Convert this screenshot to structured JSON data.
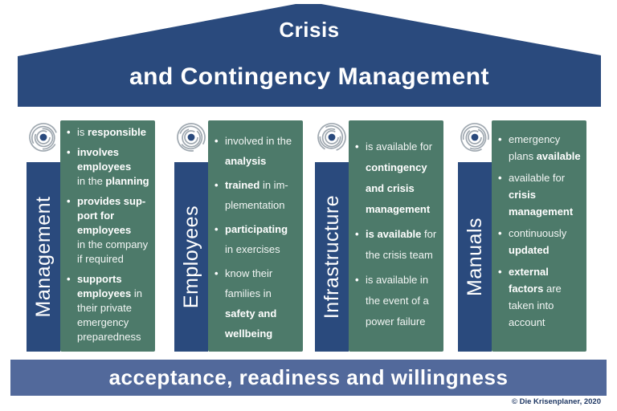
{
  "colors": {
    "navy": "#2a4a7d",
    "green": "#4d7a6a",
    "base_blue": "#52699b",
    "copy_navy": "#1f3864",
    "spiral_gray": "#9fa8b0",
    "text_white": "#ffffff"
  },
  "roof": {
    "title_line1": "Crisis",
    "title_line2": "and Contingency Management"
  },
  "base": {
    "label": "acceptance, readiness and willingness"
  },
  "footer": {
    "copyright": "© Die Krisenplaner, 2020"
  },
  "pillars": [
    {
      "label": "Management",
      "icon": "spiral-rings-icon",
      "bullets": [
        [
          {
            "t": "is ",
            "b": false
          },
          {
            "t": "responsible",
            "b": true
          }
        ],
        [
          {
            "t": "involves\nemployees",
            "b": true
          },
          {
            "t": "\nin the ",
            "b": false
          },
          {
            "t": "planning",
            "b": true
          }
        ],
        [
          {
            "t": "provides sup-\nport for\nemployees",
            "b": true
          },
          {
            "t": "\nin the company\nif required",
            "b": false
          }
        ],
        [
          {
            "t": "supports\nemployees",
            "b": true
          },
          {
            "t": " in\ntheir private\nemergency\npreparedness",
            "b": false
          }
        ]
      ]
    },
    {
      "label": "Employees",
      "icon": "spiral-rings-icon",
      "bullets": [
        [
          {
            "t": "involved in the\n",
            "b": false
          },
          {
            "t": "analysis",
            "b": true
          }
        ],
        [
          {
            "t": "trained",
            "b": true
          },
          {
            "t": " in im-\nplementation",
            "b": false
          }
        ],
        [
          {
            "t": "participating",
            "b": true
          },
          {
            "t": "\nin exercises",
            "b": false
          }
        ],
        [
          {
            "t": "know their\nfamilies in\n",
            "b": false
          },
          {
            "t": "safety and\nwellbeing",
            "b": true
          }
        ]
      ]
    },
    {
      "label": "Infrastructure",
      "icon": "spiral-rings-icon",
      "bullets": [
        [
          {
            "t": "is available for\n",
            "b": false
          },
          {
            "t": "contingency\nand crisis\nmanagement",
            "b": true
          }
        ],
        [
          {
            "t": "is available",
            "b": true
          },
          {
            "t": " for\nthe crisis team",
            "b": false
          }
        ],
        [
          {
            "t": "is available in\nthe event of a\npower failure",
            "b": false
          }
        ]
      ]
    },
    {
      "label": "Manuals",
      "icon": "spiral-rings-icon",
      "bullets": [
        [
          {
            "t": "emergency\nplans ",
            "b": false
          },
          {
            "t": "available",
            "b": true
          }
        ],
        [
          {
            "t": "available for\n",
            "b": false
          },
          {
            "t": "crisis\nmanagement",
            "b": true
          }
        ],
        [
          {
            "t": "continuously\n",
            "b": false
          },
          {
            "t": "updated",
            "b": true
          }
        ],
        [
          {
            "t": "external\nfactors",
            "b": true
          },
          {
            "t": " are\ntaken into\naccount",
            "b": false
          }
        ]
      ]
    }
  ]
}
